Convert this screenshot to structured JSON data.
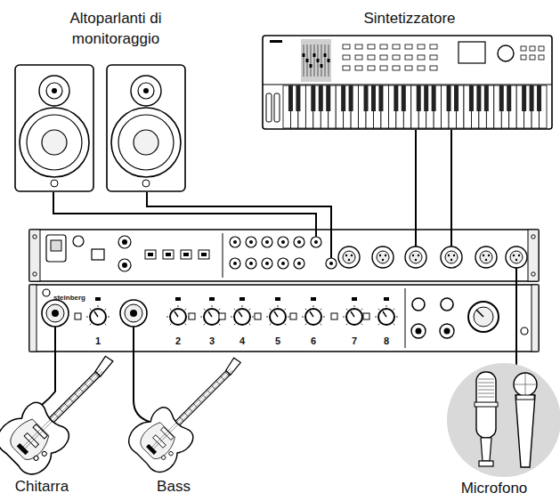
{
  "diagram": {
    "nodes": [
      {
        "text": [
          "Altoparlanti di monitoraggio"
        ]
      },
      {
        "text": [
          "Sintetizzatore"
        ]
      },
      {
        "text": [
          "steinberg"
        ]
      },
      {
        "text": [
          "Chitarra"
        ]
      },
      {
        "text": [
          "Bass"
        ]
      },
      {
        "text": [
          "Microfono"
        ]
      }
    ],
    "edges": [
      {
        "from": 0,
        "to": 2,
        "arrow": "none"
      },
      {
        "from": 0,
        "to": 2,
        "arrow": "none"
      },
      {
        "from": 1,
        "to": 2,
        "arrow": "none"
      },
      {
        "from": 1,
        "to": 2,
        "arrow": "none"
      },
      {
        "from": 3,
        "to": 2,
        "arrow": "none"
      },
      {
        "from": 4,
        "to": 2,
        "arrow": "none"
      },
      {
        "from": 5,
        "to": 2,
        "arrow": "none"
      }
    ],
    "labels": [
      "1",
      "2",
      "3",
      "4",
      "5",
      "6",
      "7",
      "8"
    ]
  }
}
